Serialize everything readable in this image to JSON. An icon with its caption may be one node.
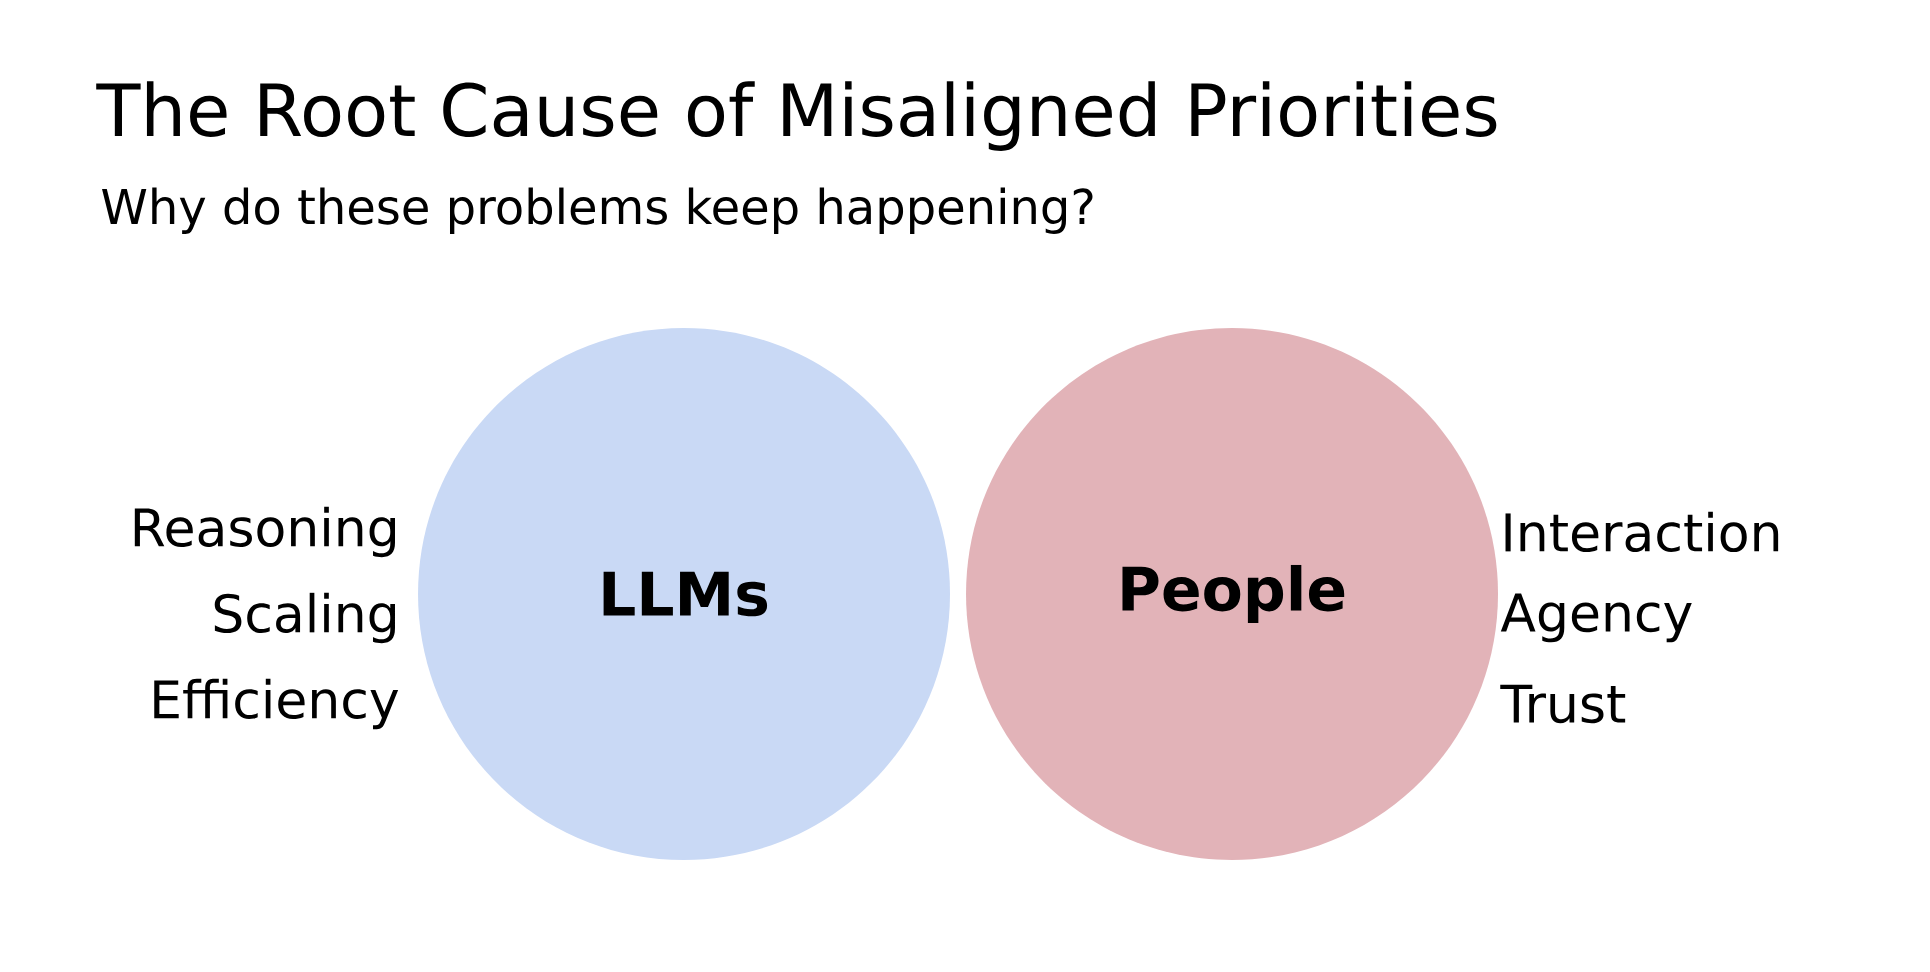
{
  "diagram": {
    "title": "The Root Cause of Misaligned Priorities",
    "caption": "Why do these problems keep happening?",
    "nodes": [
      {
        "text": [
          "LLMs"
        ],
        "beside": [
          "Reasoning",
          "Scaling",
          "Efficiency"
        ]
      },
      {
        "text": [
          "People"
        ],
        "beside": [
          "Interaction",
          "Agency",
          "Trust"
        ]
      }
    ],
    "edges": []
  }
}
